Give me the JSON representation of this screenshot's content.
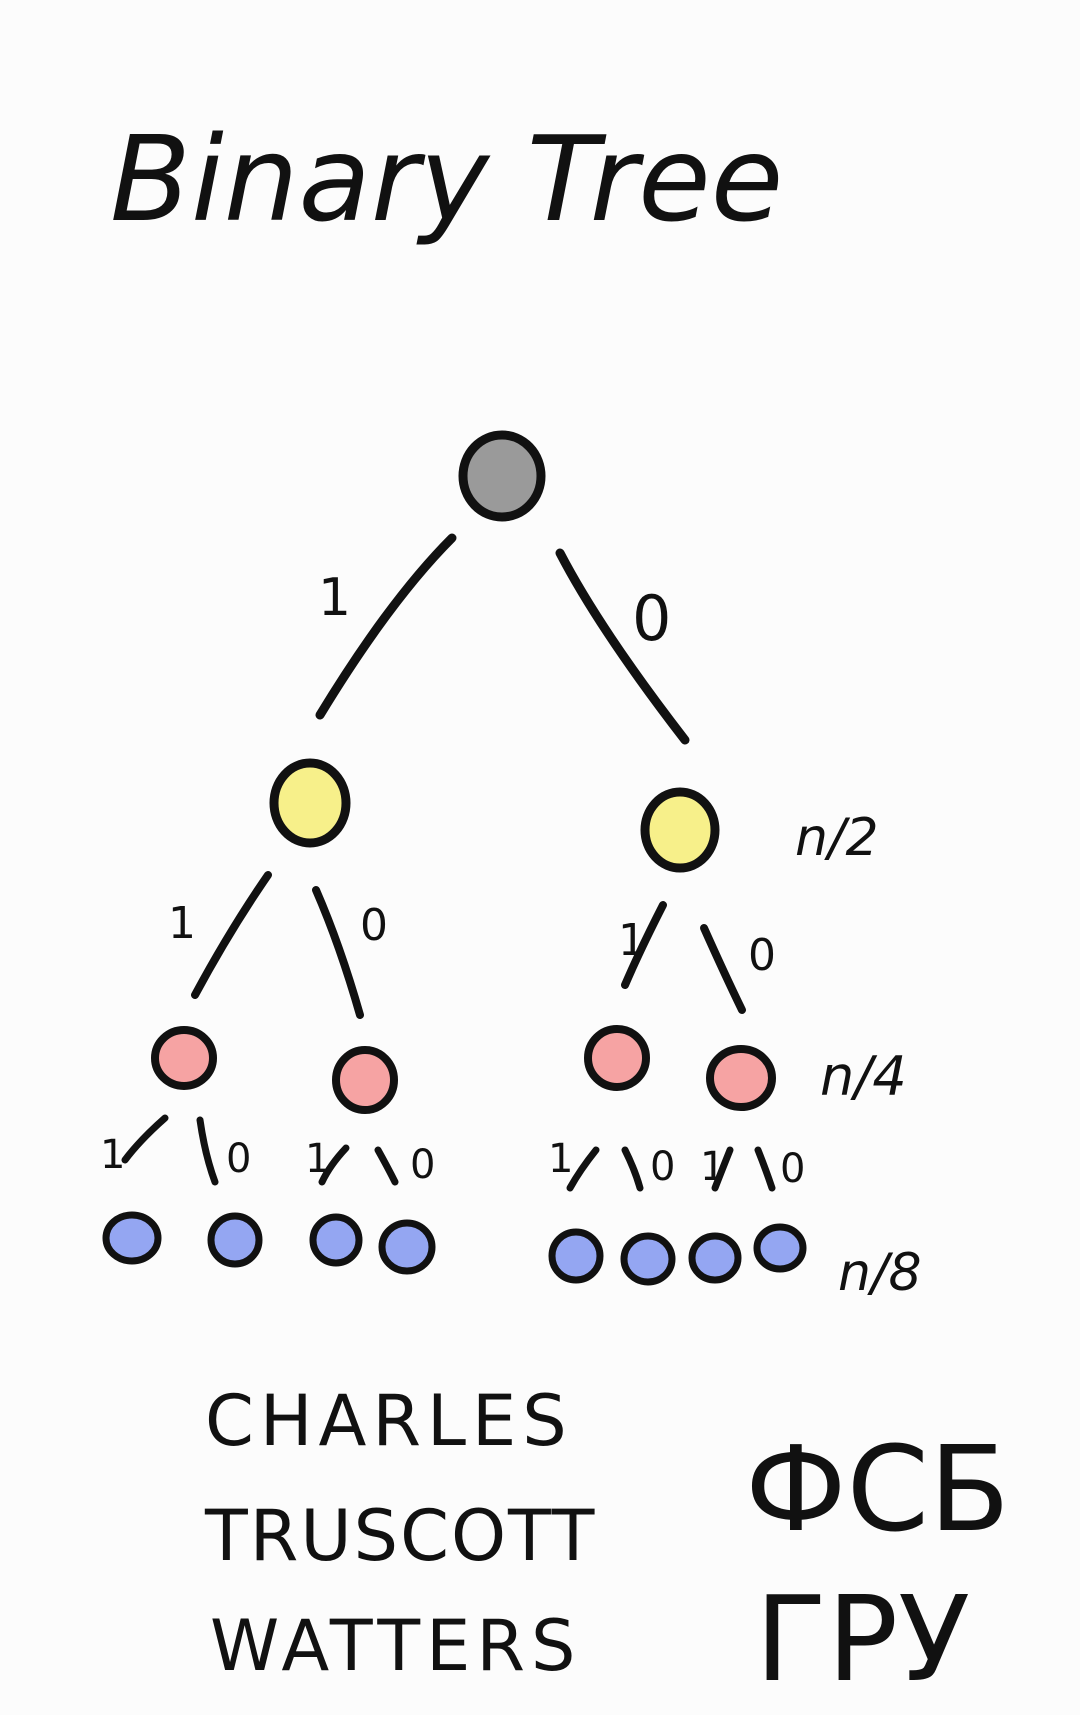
{
  "title": "Binary Tree",
  "tree": {
    "colors": {
      "root": "#9a9a9a",
      "level1": "#f7f08a",
      "level2": "#f6a3a3",
      "level3": "#94a6f2",
      "outline": "#111111"
    },
    "edge_labels": {
      "level1": [
        "1",
        "0"
      ],
      "level2": [
        "1",
        "0",
        "1",
        "0"
      ],
      "level3": [
        "1",
        "0",
        "1",
        "0",
        "1",
        "0",
        "1",
        "0"
      ]
    },
    "level_labels": [
      "n/2",
      "n/4",
      "n/8"
    ]
  },
  "author": {
    "lines": [
      "CHARLES",
      "TRUSCOTT",
      "WATTERS"
    ]
  },
  "stamp": {
    "lines": [
      "ФСБ",
      "ГРУ"
    ]
  }
}
